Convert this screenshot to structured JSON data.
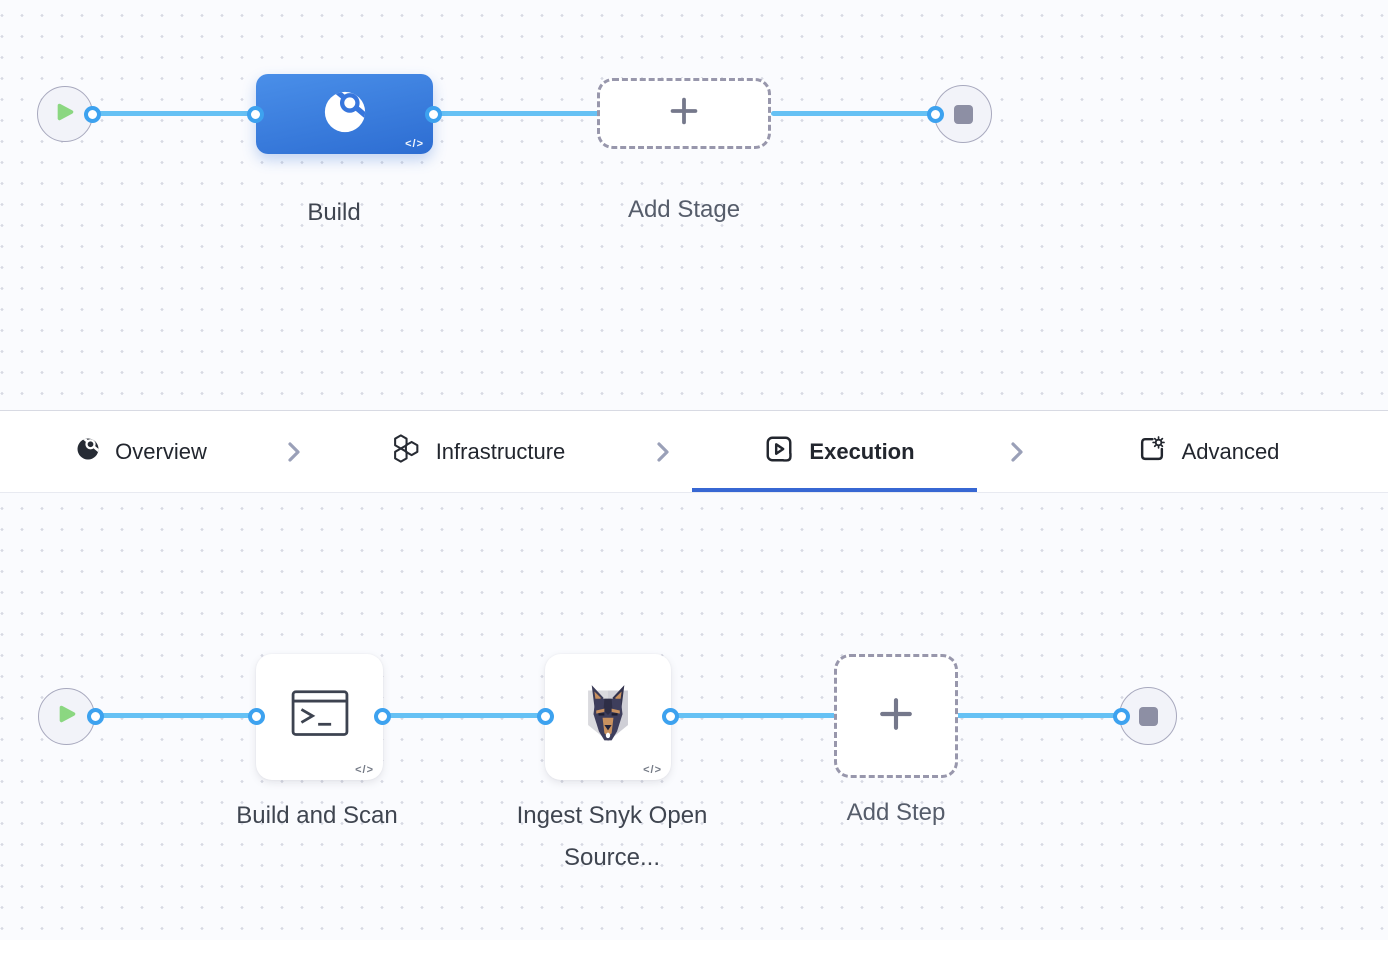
{
  "pipeline_stages": {
    "stage": {
      "label": "Build",
      "icon": "ci-build-icon",
      "code_badge": "</>"
    },
    "add_stage_label": "Add Stage"
  },
  "tab_bar": {
    "tabs": [
      {
        "label": "Overview",
        "icon": "ci-overview-icon",
        "active": false
      },
      {
        "label": "Infrastructure",
        "icon": "hexagons-icon",
        "active": false
      },
      {
        "label": "Execution",
        "icon": "play-box-icon",
        "active": true
      },
      {
        "label": "Advanced",
        "icon": "gear-file-icon",
        "active": false
      }
    ]
  },
  "execution_steps": {
    "steps": [
      {
        "label": "Build and Scan",
        "icon": "terminal-icon",
        "code_badge": "</>"
      },
      {
        "label": "Ingest Snyk Open Source...",
        "icon": "snyk-dog-icon",
        "code_badge": "</>"
      }
    ],
    "add_step_label": "Add Step"
  },
  "colors": {
    "stage_blue": "#3b7de0",
    "connector_line": "#66c1f4",
    "connector_dot_ring": "#3da2ef",
    "active_tab_underline": "#3767d3",
    "play_green": "#8bd781",
    "stop_gray": "#8d8fa4",
    "canvas_bg": "#fafbfe"
  }
}
